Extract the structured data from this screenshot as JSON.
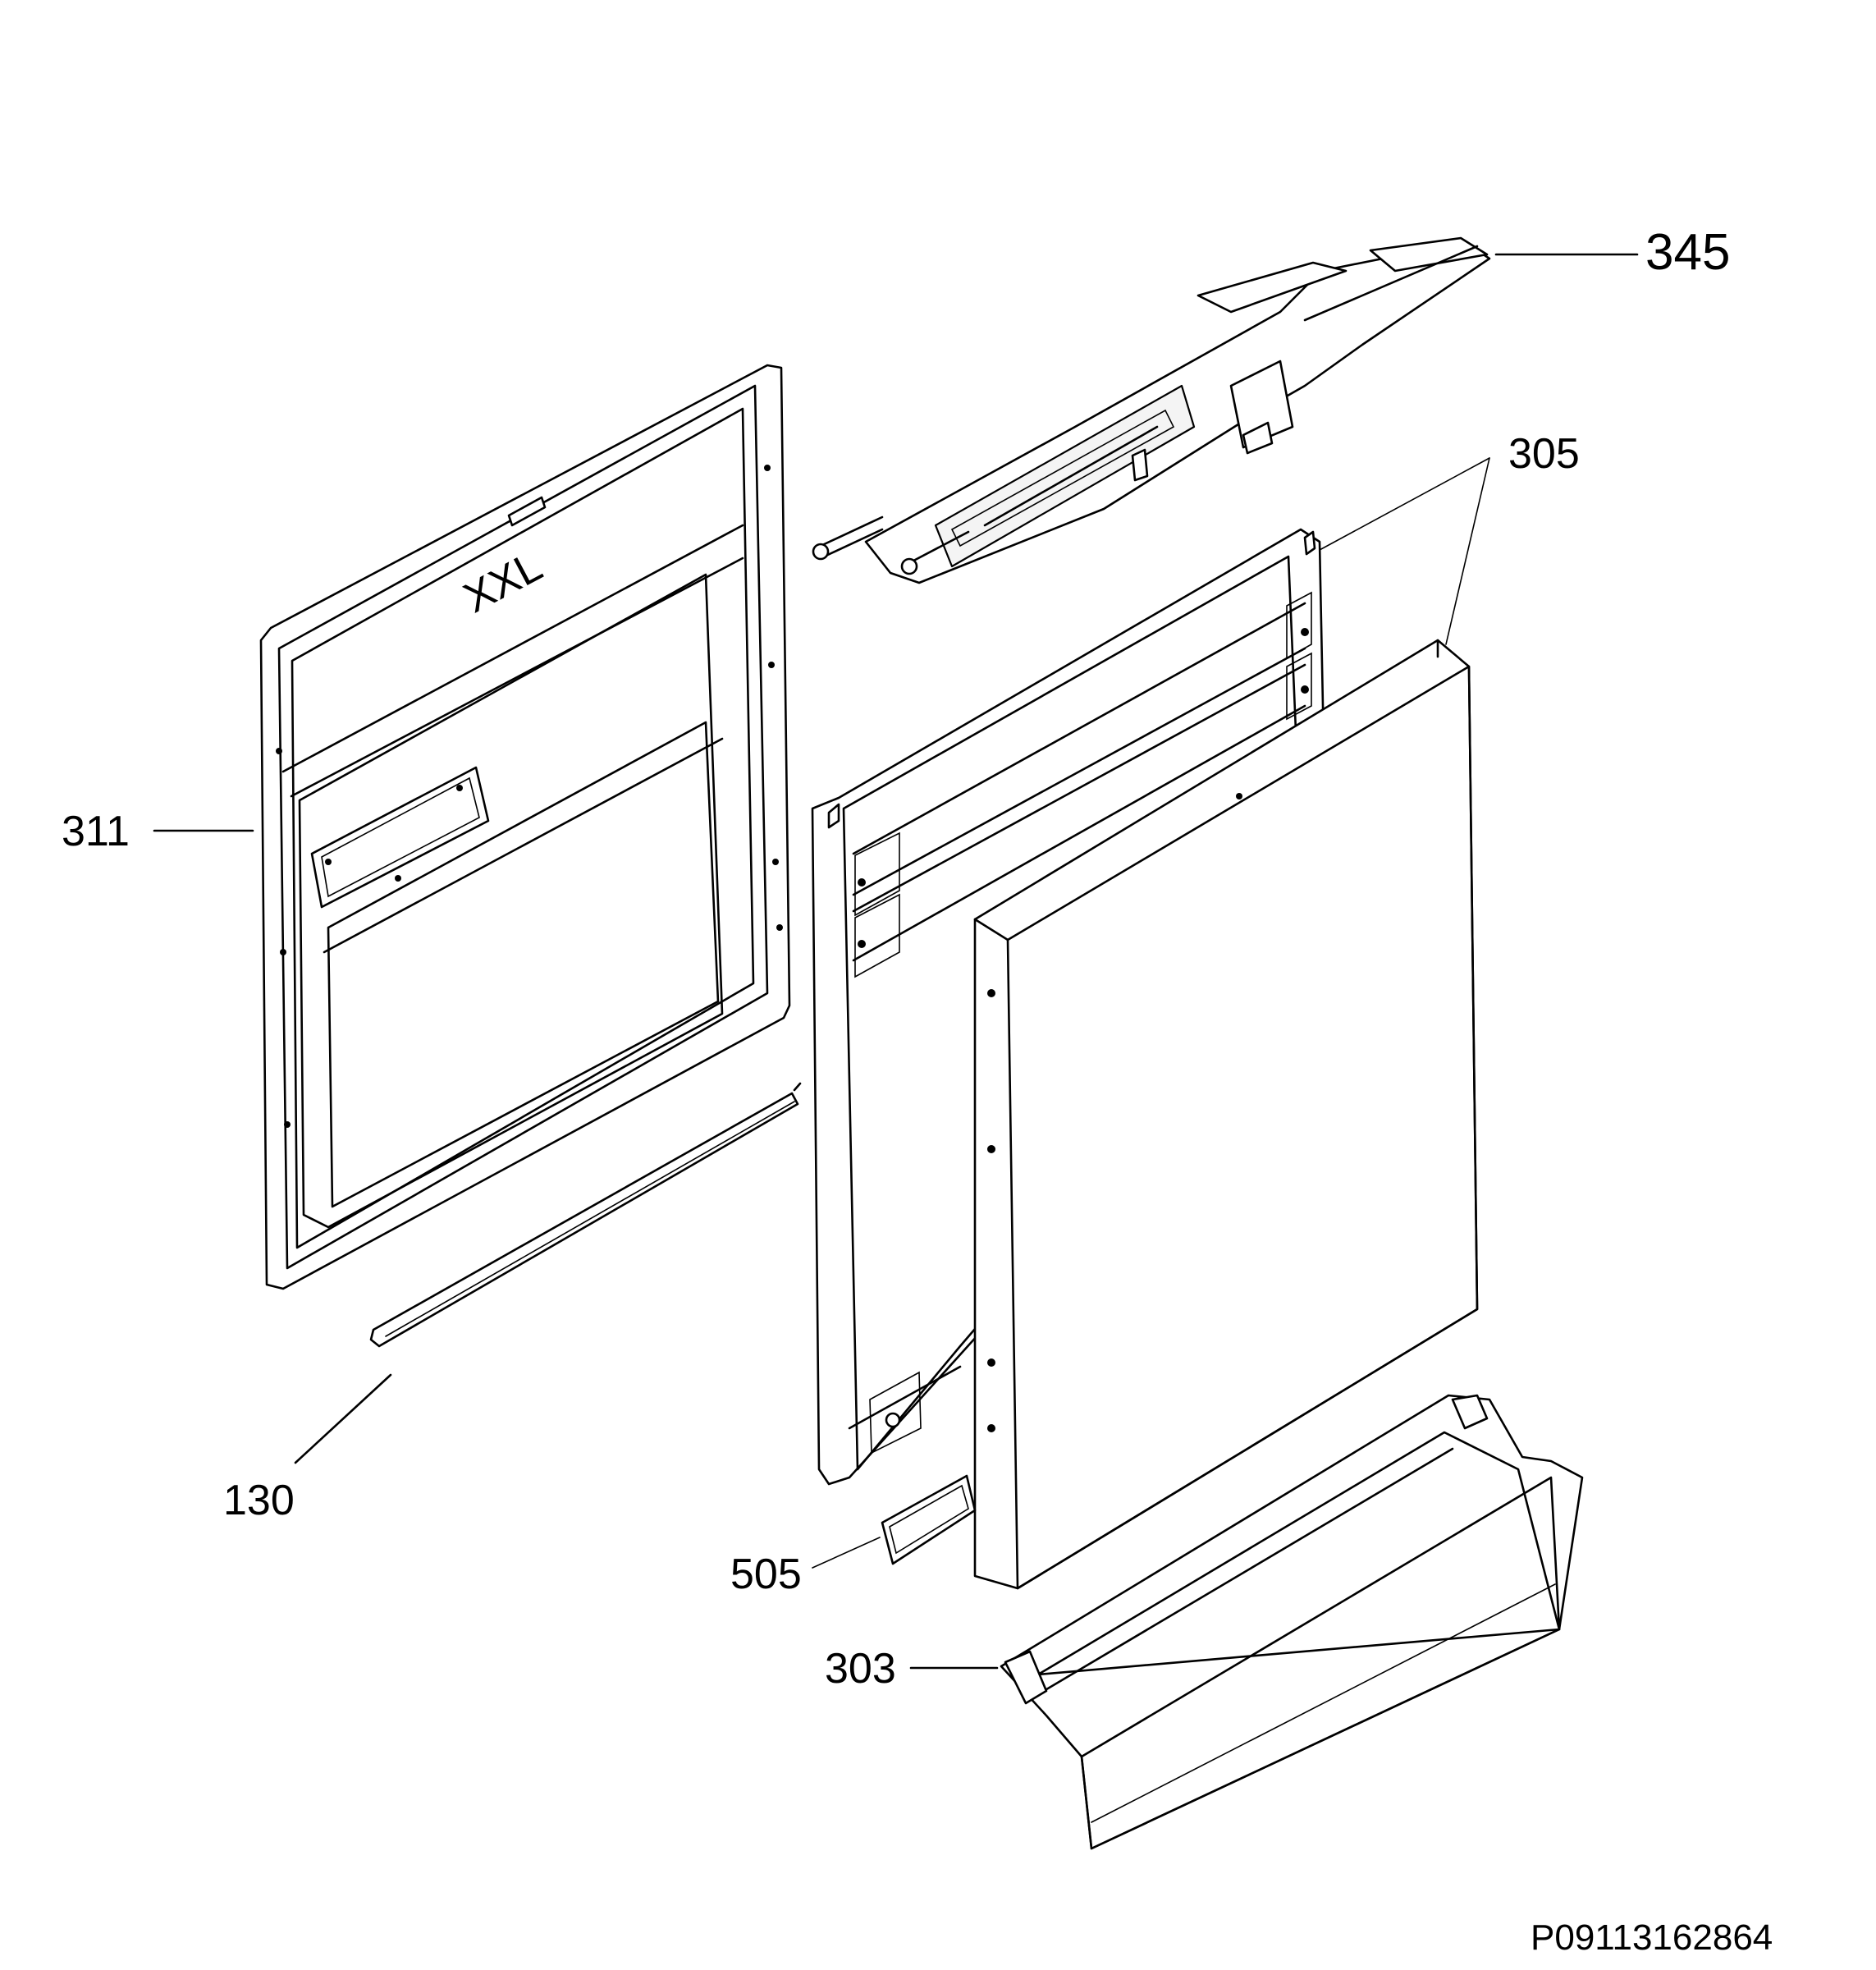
{
  "callouts": {
    "c345": "345",
    "c305": "305",
    "c311": "311",
    "c130": "130",
    "c505": "505",
    "c303": "303"
  },
  "drawing_code": "P09113162864",
  "panel_emboss": "XXL"
}
